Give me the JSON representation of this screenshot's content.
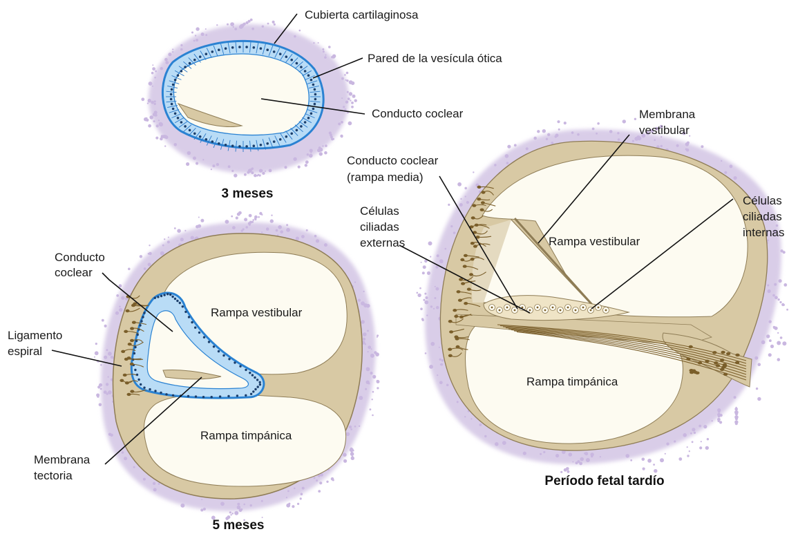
{
  "colors": {
    "halo": "#d9cde8",
    "halo_dot": "#c9b7e0",
    "cartilage": "#d8c9a4",
    "cartilage_edge": "#8e7c55",
    "lumen": "#fdfbf1",
    "epithelium": "#b9dcf6",
    "epithelium_edge": "#2a82d2",
    "nucleus": "#1b3e6b",
    "tissue_dot": "#7a5e2a"
  },
  "panel_3m": {
    "caption": "3 meses",
    "labels": {
      "cubierta": "Cubierta cartilaginosa",
      "pared": "Pared de la vesícula ótica",
      "conducto": "Conducto coclear"
    }
  },
  "panel_5m": {
    "caption": "5 meses",
    "labels": {
      "conducto_l1": "Conducto",
      "conducto_l2": "coclear",
      "ligamento_l1": "Ligamento",
      "ligamento_l2": "espiral",
      "membrana_l1": "Membrana",
      "membrana_l2": "tectoria",
      "vestibular": "Rampa vestibular",
      "timpanica": "Rampa timpánica"
    }
  },
  "panel_late": {
    "caption": "Período fetal tardío",
    "labels": {
      "membrana_l1": "Membrana",
      "membrana_l2": "vestibular",
      "conducto_l1": "Conducto coclear",
      "conducto_l2": "(rampa media)",
      "externas_l1": "Células",
      "externas_l2": "ciliadas",
      "externas_l3": "externas",
      "internas_l1": "Células",
      "internas_l2": "ciliadas",
      "internas_l3": "internas",
      "vestibular": "Rampa vestibular",
      "timpanica": "Rampa timpánica"
    }
  }
}
